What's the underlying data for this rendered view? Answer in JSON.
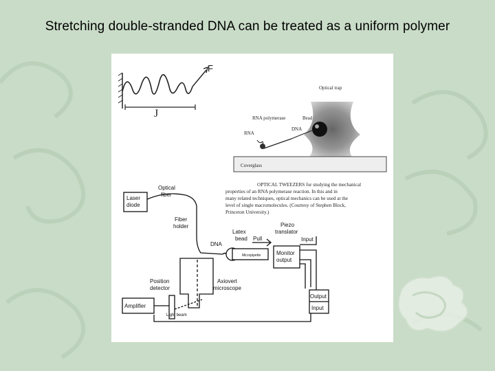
{
  "slide": {
    "title": "Stretching double-stranded DNA can be treated as a uniform polymer"
  },
  "figure_top": {
    "force_label": "F",
    "length_label": "J",
    "optical_trap": "Optical trap",
    "bead": "Bead",
    "rna_polymerase": "RNA polymerase",
    "dna": "DNA",
    "rna": "RNA",
    "coverglass": "Coverglass"
  },
  "caption": {
    "lines": [
      "OPTICAL TWEEZERS for studying the mechanical",
      "properties of an RNA polymerase reaction.  In this and in",
      "many related techniques, optical mechanics can be used at the",
      "level of single macromolecules.  (Courtesy of Stephen Block,",
      "Princeton University.)"
    ]
  },
  "schematic": {
    "laser_diode": [
      "Laser",
      "diode"
    ],
    "optical_fiber": [
      "Optical",
      "fiber"
    ],
    "fiber_holder": [
      "Fiber",
      "holder"
    ],
    "dna": "DNA",
    "latex_bead": [
      "Latex",
      "bead"
    ],
    "pull": "Pull",
    "piezo_translator": [
      "Piezo",
      "translator"
    ],
    "input_top": "Input",
    "micropipette": "Micropipette",
    "monitor_output": [
      "Monitor",
      "output"
    ],
    "position_detector": [
      "Position",
      "detector"
    ],
    "axiovert_microscope": [
      "Axiovert",
      "microscope"
    ],
    "amplifier": "Amplifier",
    "light_beam": "Light beam",
    "output": "Output",
    "input_bottom": "Input"
  }
}
